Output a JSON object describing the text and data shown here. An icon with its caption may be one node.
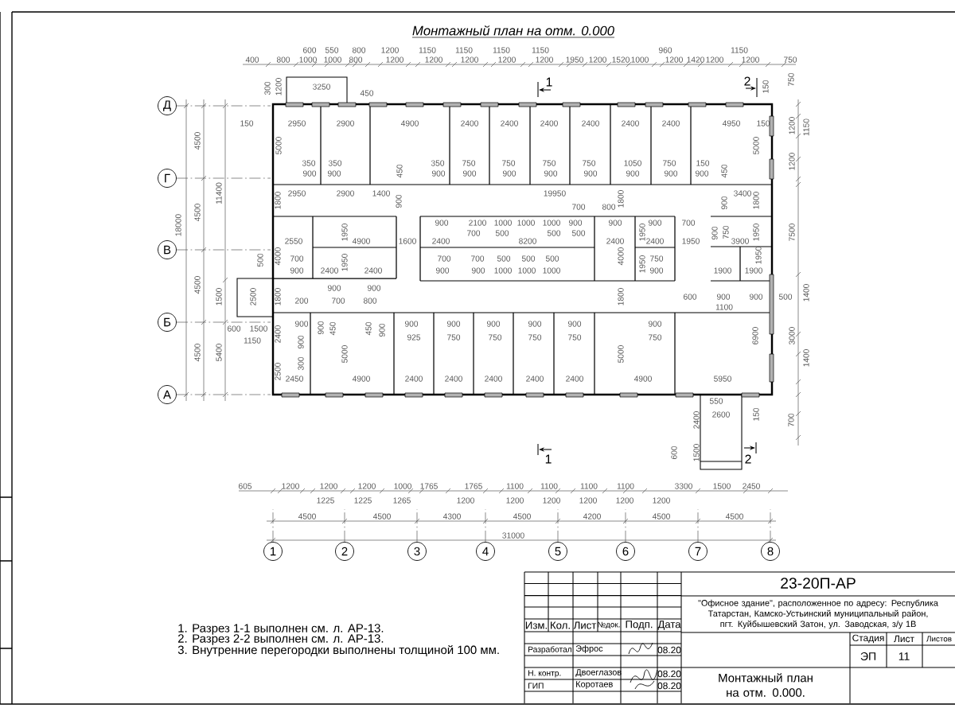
{
  "diagram": {
    "title": "Монтажный план на отм. 0.000",
    "nodes": [
      {
        "text": [
          "Д"
        ]
      },
      {
        "text": [
          "Г"
        ]
      },
      {
        "text": [
          "В"
        ]
      },
      {
        "text": [
          "Б"
        ]
      },
      {
        "text": [
          "А"
        ]
      },
      {
        "text": [
          "1"
        ]
      },
      {
        "text": [
          "2"
        ]
      },
      {
        "text": [
          "3"
        ]
      },
      {
        "text": [
          "4"
        ]
      },
      {
        "text": [
          "5"
        ]
      },
      {
        "text": [
          "6"
        ]
      },
      {
        "text": [
          "7"
        ]
      },
      {
        "text": [
          "8"
        ]
      }
    ],
    "labels": [
      "600",
      "550",
      "800",
      "1200",
      "1150",
      "1150",
      "1150",
      "1150",
      "960",
      "1150",
      "400",
      "800",
      "1000",
      "1000",
      "800",
      "1200",
      "1200",
      "1200",
      "1200",
      "1200",
      "1950",
      "1200",
      "1520",
      "1000",
      "1200",
      "1420",
      "1200",
      "1200",
      "750",
      "300",
      "1200",
      "3250",
      "450",
      "1",
      "2",
      "150",
      "750",
      "4500",
      "4500",
      "4500",
      "4500",
      "11400",
      "18000",
      "5400",
      "150",
      "2950",
      "2900",
      "4900",
      "2400",
      "2400",
      "2400",
      "2400",
      "2400",
      "2400",
      "4950",
      "150",
      "5000",
      "5000",
      "1200",
      "1150",
      "1200",
      "350",
      "350",
      "350",
      "750",
      "750",
      "750",
      "750",
      "1050",
      "750",
      "150",
      "900",
      "900",
      "900",
      "900",
      "900",
      "900",
      "900",
      "900",
      "900",
      "900",
      "450",
      "450",
      "2950",
      "2900",
      "1400",
      "19950",
      "3400",
      "1800",
      "900",
      "1800",
      "900",
      "1800",
      "700",
      "800",
      "900",
      "2100",
      "1000",
      "1000",
      "1000",
      "900",
      "900",
      "900",
      "700",
      "1950",
      "1950",
      "900",
      "750",
      "1950",
      "7500",
      "700",
      "500",
      "500",
      "500",
      "2550",
      "4900",
      "1600",
      "2400",
      "8200",
      "2400",
      "2400",
      "1950",
      "3900",
      "4000",
      "4000",
      "500",
      "700",
      "700",
      "700",
      "500",
      "500",
      "500",
      "750",
      "1950",
      "1950",
      "1950",
      "900",
      "2400",
      "2400",
      "900",
      "900",
      "1000",
      "1000",
      "1000",
      "900",
      "1900",
      "1900",
      "900",
      "900",
      "1500",
      "2500",
      "1800",
      "200",
      "700",
      "800",
      "1800",
      "600",
      "900",
      "900",
      "500",
      "1400",
      "1100",
      "600",
      "1500",
      "1150",
      "900",
      "900",
      "900",
      "900",
      "900",
      "900",
      "900",
      "900",
      "450",
      "450",
      "900",
      "925",
      "750",
      "750",
      "750",
      "750",
      "750",
      "2400",
      "900",
      "300",
      "5000",
      "5000",
      "6900",
      "3000",
      "1400",
      "2500",
      "2450",
      "4900",
      "2400",
      "2400",
      "2400",
      "2400",
      "2400",
      "4900",
      "5950",
      "550",
      "2600",
      "2400",
      "150",
      "700",
      "600",
      "1500",
      "1",
      "2",
      "605",
      "1200",
      "1200",
      "1200",
      "1000",
      "1765",
      "1765",
      "1100",
      "1100",
      "1100",
      "1100",
      "3300",
      "1500",
      "2450",
      "1225",
      "1225",
      "1265",
      "1200",
      "1200",
      "1200",
      "1200",
      "1200",
      "1200",
      "4500",
      "4500",
      "4300",
      "4500",
      "4200",
      "4500",
      "4500",
      "31000",
      "1. Разрез 1-1 выполнен см. л. АР-13.",
      "2. Разрез 2-2 выполнен см. л. АР-13.",
      "3. Внутренние перегородки выполнены толщиной 100 мм.",
      "Изм.",
      "Кол.",
      "Лист",
      "№док.",
      "Подп.",
      "Дата",
      "Разработал",
      "Эфрос",
      "08.20",
      "Н. контр.",
      "Двоеглазов",
      "08.20",
      "ГИП",
      "Коротаев",
      "08.20",
      "23-20П-АР",
      "\"Офисное здание\", расположенное по адресу: Республика Татарстан, Камско-Устьинский муниципальный район, пгт. Куйбышевский Затон, ул. Заводская, з/у 1В",
      "Стадия",
      "Лист",
      "Листов",
      "ЭП",
      "11",
      "Монтажный план на отм. 0.000."
    ]
  }
}
